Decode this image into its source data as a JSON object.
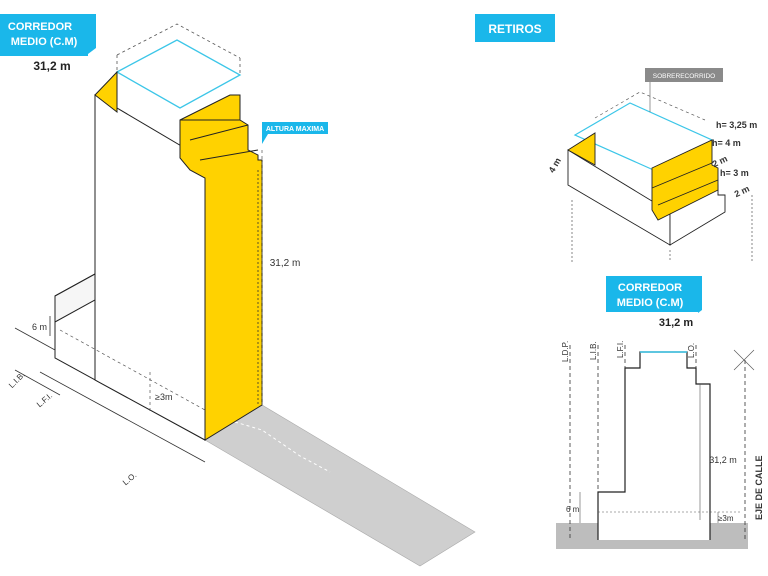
{
  "colors": {
    "badge": "#1ab7ea",
    "yellow": "#ffd200",
    "cyan_outline": "#3cc6e8",
    "street_gray": "#cfcfcf",
    "line": "#222222"
  },
  "main_badge": {
    "line1": "CORREDOR",
    "line2": "MEDIO (C.M)",
    "value": "31,2 m"
  },
  "retiros_badge": {
    "label": "RETIROS"
  },
  "altura_maxima": "ALTURA MAXIMA",
  "main_diagram": {
    "height_label": "31,2 m",
    "base_height": "6 m",
    "setback": "≥3m",
    "lib": "L.I.B.",
    "lfi": "L.F.I.",
    "lo": "L.O."
  },
  "retiros_diagram": {
    "sobrerecorrido": "SOBRERECORRIDO",
    "h1": "h= 3,25 m",
    "h2": "h= 4 m",
    "h3": "h= 3 m",
    "step1": "2 m",
    "step2": "2 m",
    "side": "4 m"
  },
  "section_badge": {
    "line1": "CORREDOR",
    "line2": "MEDIO (C.M)",
    "value": "31,2 m"
  },
  "section_diagram": {
    "ldp": "L.D.P.",
    "lib": "L.I.B.",
    "lfi": "L.F.I.",
    "lo": "L.O.",
    "height": "31,2 m",
    "base": "6 m",
    "setback": "≥3m",
    "eje": "EJE DE CALLE"
  }
}
